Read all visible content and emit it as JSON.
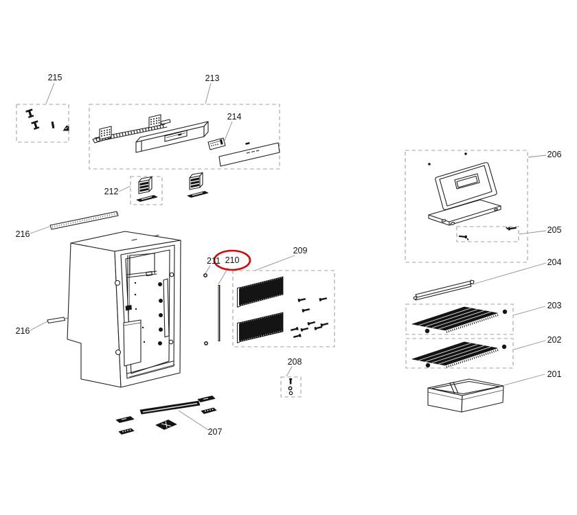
{
  "diagram": {
    "kind": "exploded-parts-diagram",
    "highlight": {
      "circled_part": "210",
      "color": "#e10000"
    },
    "colors": {
      "background": "#ffffff",
      "line": "#1c1c1c",
      "leader": "#8c8c8c",
      "dashed_box": "#a0a0a0",
      "dark_fill": "#141414",
      "label_text": "#101010"
    },
    "labels": [
      {
        "text": "215"
      },
      {
        "text": "213"
      },
      {
        "text": "214"
      },
      {
        "text": "212"
      },
      {
        "text": "216"
      },
      {
        "text": "216"
      },
      {
        "text": "211"
      },
      {
        "text": "210"
      },
      {
        "text": "209"
      },
      {
        "text": "208"
      },
      {
        "text": "207"
      },
      {
        "text": "206"
      },
      {
        "text": "205"
      },
      {
        "text": "204"
      },
      {
        "text": "203"
      },
      {
        "text": "202"
      },
      {
        "text": "201"
      }
    ]
  }
}
